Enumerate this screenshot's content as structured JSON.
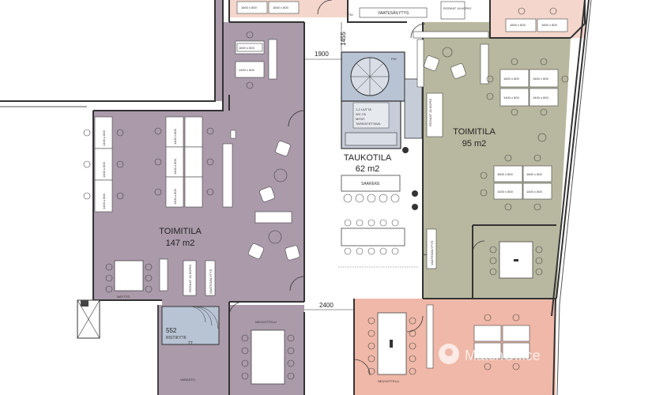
{
  "rooms": {
    "left_office": {
      "name": "TOIMITILA",
      "area": "147 m2",
      "color": "#aa9aaa"
    },
    "right_office": {
      "name": "TOIMITILA",
      "area": "95 m2",
      "color": "#b8b8a0"
    },
    "break_room": {
      "name": "TAUKOTILA",
      "area": "62 m2"
    },
    "top_meeting_color": "#f4d6cc",
    "bottom_meeting_color": "#f0b8a8"
  },
  "labels": {
    "vaatesailytys_top": "VAATESÄILYTYS",
    "vaatesailytys_mid": "VAATESÄILYTYS",
    "vaatesailytys_left": "VAATESÄILYTYS",
    "roskat_left": "ROSKAT JA KOPIO",
    "roskat_mid": "ROSKAT JA KOPIO",
    "roskat_top": "ROSKAT JA KOPIO",
    "saareke": "SAAREKE",
    "wc_note": "1-2 UUTTA WC:TÄ MITAT TARKISTETTAVA",
    "neuvottelu_left": "NEUVOTTELU",
    "neuvottelu_right": "NEUVOTTELU",
    "varasto": "VARASTO",
    "porrashuone_num": "552",
    "porrashuone_name": "RISTIKYTK",
    "porrashuone_code": "TT",
    "naytto": "NÄYTTÖ",
    "pdi": "PDI",
    "dim_1900": "1900",
    "dim_1455": "1455",
    "dim_2400": "2400",
    "desk_1400_800": "1400 x 800",
    "desk_1600": "1600 x 800",
    "desk_1800": "1800 x 800"
  },
  "watermark": {
    "text": "MatchOffice"
  }
}
